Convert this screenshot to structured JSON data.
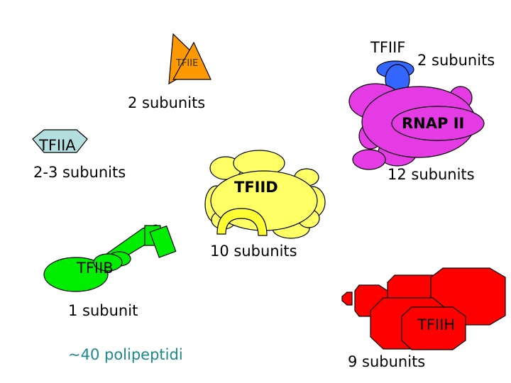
{
  "factors": {
    "tfiie": {
      "label": "TFIIE",
      "subunits": "2 subunits",
      "color": "#ff9900"
    },
    "tfiif": {
      "label": "TFIIF",
      "subunits": "2 subunits",
      "color": "#3366ff"
    },
    "rnap": {
      "label": "RNAP II",
      "subunits": "12 subunits",
      "color": "#e53be5"
    },
    "tfiia": {
      "label": "TFIIA",
      "subunits": "2-3 subunits",
      "color": "#b3dfe0"
    },
    "tfiid": {
      "label": "TFIID",
      "subunits": "10 subunits",
      "color": "#ffff66"
    },
    "tfiib": {
      "label": "TFIIB",
      "subunits": "1 subunit",
      "color": "#00ee00"
    },
    "tfiih": {
      "label": "TFIIH",
      "subunits": "9 subunits",
      "color": "#ff0000"
    }
  },
  "footnote": {
    "text": "~40 polipeptidi",
    "color": "#1a8a8a"
  }
}
